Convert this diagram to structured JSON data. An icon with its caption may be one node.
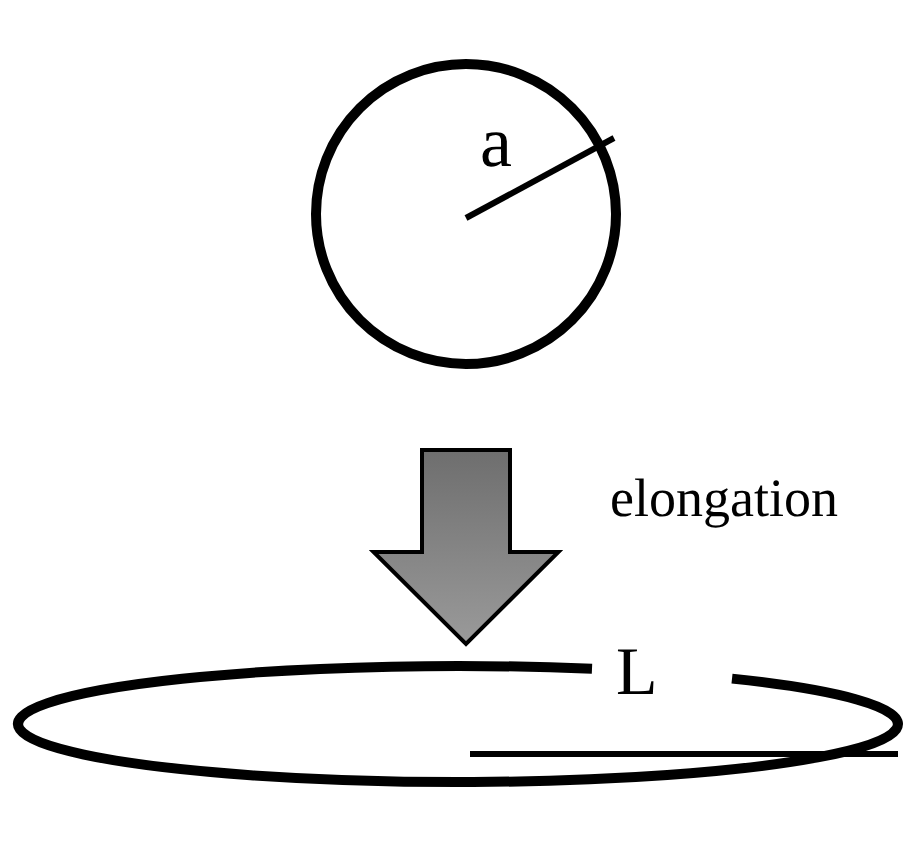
{
  "diagram": {
    "nodes": [
      {
        "text": [],
        "shape": "circle"
      },
      {
        "text": [],
        "shape": "ellipse"
      }
    ],
    "edges": [
      {
        "from": 0,
        "to": 1,
        "arrow": "to",
        "label": "elongation",
        "style": "thick"
      }
    ],
    "labels": [
      "a",
      "L"
    ]
  }
}
